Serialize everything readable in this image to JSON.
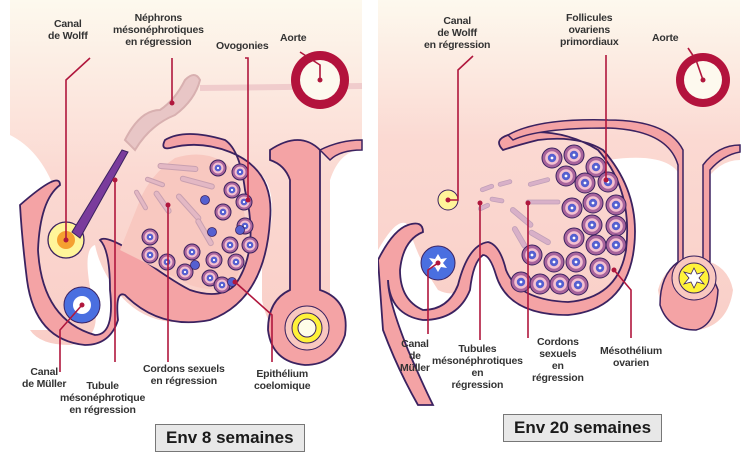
{
  "panels": [
    {
      "id": "8-weeks",
      "caption": "Env 8 semaines",
      "labels": {
        "canal_wolff": [
          "Canal",
          "de Wolff"
        ],
        "nephrons": [
          "Néphrons",
          "mésonéphrotiques",
          "en régression"
        ],
        "ovogonies": [
          "Ovogonies"
        ],
        "aorte": [
          "Aorte"
        ],
        "canal_muller": [
          "Canal",
          "de Müller"
        ],
        "tubule": [
          "Tubule",
          "mésonéphrotique",
          "en régression"
        ],
        "cordons": [
          "Cordons sexuels",
          "en régression"
        ],
        "epithelium": [
          "Epithélium",
          "coelomique"
        ]
      }
    },
    {
      "id": "20-weeks",
      "caption": "Env 20 semaines",
      "labels": {
        "canal_wolff": [
          "Canal",
          "de Wolff",
          "en régression"
        ],
        "follicules": [
          "Follicules",
          "ovariens",
          "primordiaux"
        ],
        "aorte": [
          "Aorte"
        ],
        "canal_muller": [
          "Canal",
          "de",
          "Müller"
        ],
        "tubules": [
          "Tubules",
          "mésonéphrotiques",
          "en",
          "régression"
        ],
        "cordons": [
          "Cordons",
          "sexuels",
          "en",
          "régression"
        ],
        "mesothelium": [
          "Mésothélium",
          "ovarien"
        ]
      }
    }
  ],
  "colors": {
    "background_top": "#fdf8ec",
    "background_bottom": "#f9cfc8",
    "tissue": "#f4a3a5",
    "outline": "#3b2260",
    "leader_line": "#b0173d",
    "aorta": "#b3123c",
    "wolff_duct": "#fff59a",
    "muller_duct": "#4a6fe0",
    "cell_ring": "#a8649c",
    "cell_nucleus": "#5560d0",
    "gut_lumen": "#fff23a",
    "caption_bg": "#e8e8e8"
  }
}
